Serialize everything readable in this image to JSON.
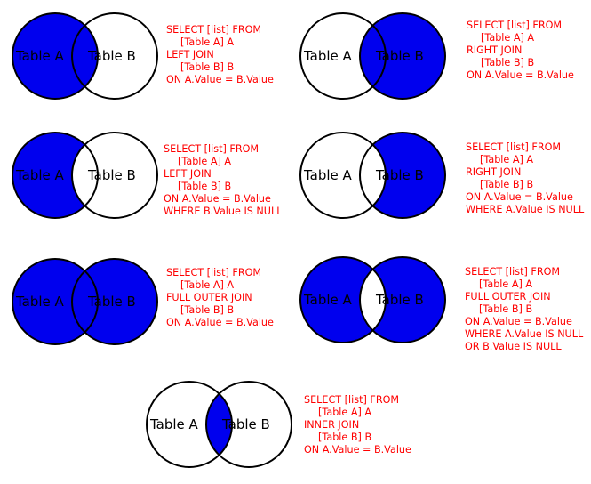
{
  "labels": {
    "a": "Table A",
    "b": "Table B"
  },
  "colors": {
    "fill": "#0000ee",
    "stroke": "#000000",
    "sql": "#ff0000",
    "empty": "#ffffff"
  },
  "diagrams": [
    {
      "id": "left-join",
      "fill": {
        "a_only": true,
        "both": true,
        "b_only": false
      },
      "sql": [
        "SELECT [list] FROM",
        "[Table A] A",
        "LEFT JOIN",
        "[Table B] B",
        "ON A.Value = B.Value"
      ]
    },
    {
      "id": "right-join",
      "fill": {
        "a_only": false,
        "both": true,
        "b_only": true
      },
      "sql": [
        "SELECT [list] FROM",
        "[Table A] A",
        "RIGHT JOIN",
        "[Table B] B",
        "ON A.Value = B.Value"
      ]
    },
    {
      "id": "left-join-exclusive",
      "fill": {
        "a_only": true,
        "both": false,
        "b_only": false
      },
      "sql": [
        "SELECT [list] FROM",
        "[Table A] A",
        "LEFT JOIN",
        "[Table B] B",
        "ON A.Value = B.Value",
        "WHERE B.Value IS NULL"
      ]
    },
    {
      "id": "right-join-exclusive",
      "fill": {
        "a_only": false,
        "both": false,
        "b_only": true
      },
      "sql": [
        "SELECT [list] FROM",
        "[Table A] A",
        "RIGHT JOIN",
        "[Table B] B",
        "ON A.Value = B.Value",
        "WHERE A.Value IS NULL"
      ]
    },
    {
      "id": "full-outer-join",
      "fill": {
        "a_only": true,
        "both": true,
        "b_only": true
      },
      "sql": [
        "SELECT [list] FROM",
        "[Table A] A",
        "FULL OUTER JOIN",
        "[Table B] B",
        "ON A.Value = B.Value"
      ]
    },
    {
      "id": "full-outer-join-exclusive",
      "fill": {
        "a_only": true,
        "both": false,
        "b_only": true
      },
      "sql": [
        "SELECT [list] FROM",
        "[Table A] A",
        "FULL OUTER JOIN",
        "[Table B] B",
        "ON A.Value = B.Value",
        "WHERE A.Value IS NULL",
        "OR B.Value IS NULL"
      ]
    },
    {
      "id": "inner-join",
      "fill": {
        "a_only": false,
        "both": true,
        "b_only": false
      },
      "sql": [
        "SELECT [list] FROM",
        "[Table A] A",
        "INNER JOIN",
        "[Table B] B",
        "ON A.Value = B.Value"
      ]
    }
  ]
}
